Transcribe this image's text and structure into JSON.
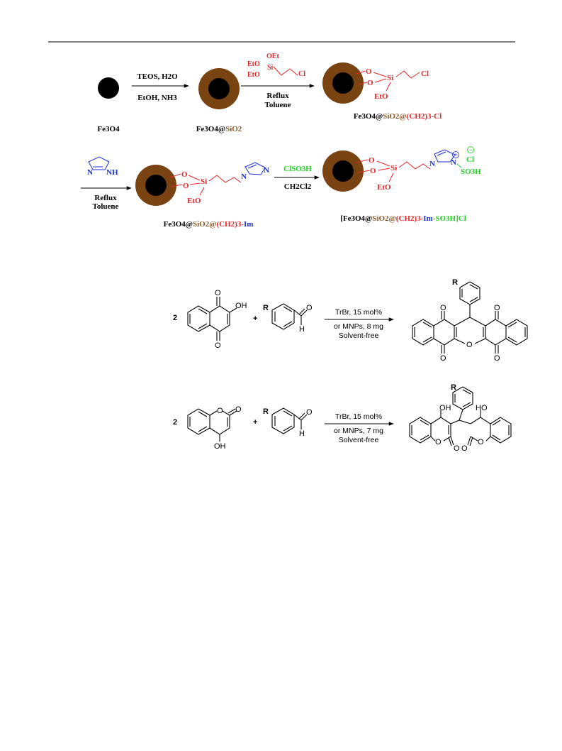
{
  "colors": {
    "core": "#000000",
    "shell": "#7a4412",
    "shell_text": "#8b5a2b",
    "linker": "#e8262a",
    "imidazole": "#1b2fd6",
    "acid": "#1fd21f",
    "ink": "#000000"
  },
  "scheme1": {
    "step1": {
      "start_label": "Fe3O4",
      "reagent_top": "TEOS, H2O",
      "reagent_bottom": "EtOH, NH3",
      "product_core": "Fe3O4@",
      "product_shell": "SiO2"
    },
    "step2": {
      "reagent_oet": "OEt",
      "reagent_eto1": "EtO",
      "reagent_si": "Si",
      "reagent_eto2": "EtO",
      "reagent_cl": "Cl",
      "conditions_1": "Reflux",
      "conditions_2": "Toluene",
      "product_o1": "O",
      "product_o2": "O",
      "product_si": "Si",
      "product_cl": "Cl",
      "product_eto": "EtO",
      "product_core": "Fe3O4@",
      "product_shell": "SiO2@",
      "product_linker": "(CH2)3-Cl"
    },
    "step3": {
      "imidazole_n1": "N",
      "imidazole_nh": "NH",
      "conditions_1": "Reflux",
      "conditions_2": "Toluene",
      "product_o1": "O",
      "product_o2": "O",
      "product_si": "Si",
      "product_eto": "EtO",
      "product_n1": "N",
      "product_n2": "N",
      "product_core": "Fe3O4@",
      "product_shell": "SiO2@",
      "product_linker": "(CH2)3-",
      "product_im": "Im"
    },
    "step4": {
      "reagent_top": "ClSO3H",
      "reagent_bottom": "CH2Cl2",
      "product_o1": "O",
      "product_o2": "O",
      "product_si": "Si",
      "product_eto": "EtO",
      "product_n1": "N",
      "product_n2": "N",
      "product_plus": "+",
      "product_minus": "−",
      "product_cl": "Cl",
      "product_so3h": "SO3H",
      "label_open": "[Fe3O4@",
      "label_shell": "SiO2@",
      "label_linker": "(CH2)3-",
      "label_im": "Im",
      "label_acid": "-SO3H]Cl"
    }
  },
  "scheme2": {
    "reaction1": {
      "stoich": "2",
      "plus": "+",
      "naph_o1": "O",
      "naph_oh": "OH",
      "naph_o2": "O",
      "ald_r": "R",
      "ald_o": "O",
      "ald_h": "H",
      "cond_1": "TrBr, 15 mol%",
      "cond_2": "or MNPs, 8 mg",
      "cond_3": "Solvent-free",
      "prod_r": "R",
      "prod_o_tl": "O",
      "prod_o_tr": "O",
      "prod_o_bl": "O",
      "prod_o_bc": "O",
      "prod_o_br": "O"
    },
    "reaction2": {
      "stoich": "2",
      "plus": "+",
      "coum_o_ring": "O",
      "coum_o_carbonyl": "O",
      "coum_oh": "OH",
      "ald_r": "R",
      "ald_o": "O",
      "ald_h": "H",
      "cond_1": "TrBr, 15 mol%",
      "cond_2": "or MNPs, 7 mg",
      "cond_3": "Solvent-free",
      "prod_r": "R",
      "prod_oh1": "OH",
      "prod_oh2": "HO",
      "prod_o1": "O",
      "prod_o2": "O",
      "prod_o3": "O",
      "prod_o4": "O"
    }
  }
}
